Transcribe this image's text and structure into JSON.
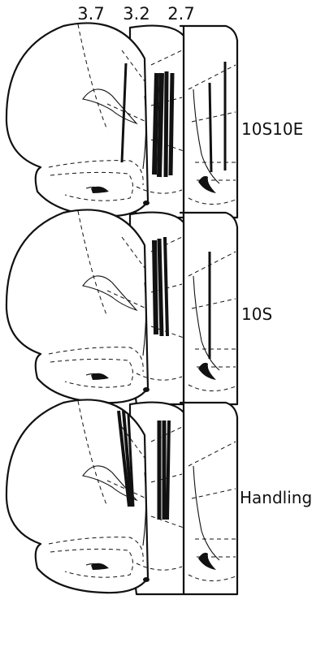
{
  "coordinate_labels": [
    {
      "text": "3.7"
    },
    {
      "text": "3.2"
    },
    {
      "text": "2.7"
    }
  ],
  "group_labels": [
    {
      "text": "10S10E"
    },
    {
      "text": "10S"
    },
    {
      "text": "Handling"
    }
  ],
  "colors": {
    "ink": "#111111",
    "background": "#ffffff"
  },
  "figure_type": "coronal brain section outlines with cannula placement tracks"
}
